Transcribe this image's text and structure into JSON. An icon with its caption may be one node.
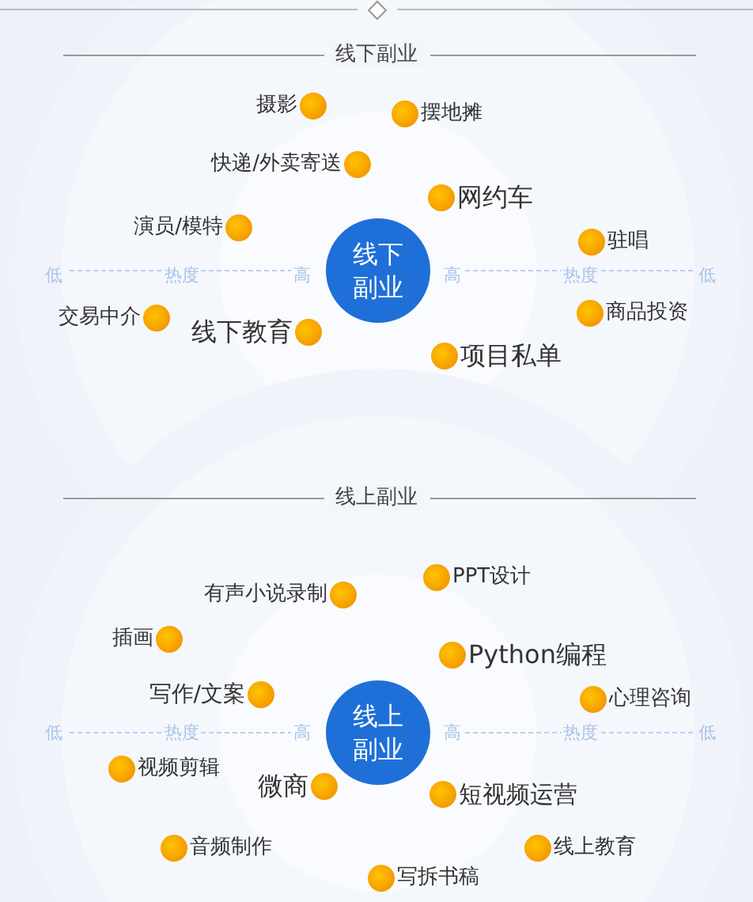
{
  "diagram": {
    "nodes": [
      {
        "text": [
          "线下副业"
        ]
      },
      {
        "text": [
          "线上副业"
        ]
      }
    ],
    "labels": [
      "线下副业",
      "摄影",
      "摆地摊",
      "快递/外卖寄送",
      "网约车",
      "演员/模特",
      "驻唱",
      "低",
      "热度",
      "高",
      "高",
      "热度",
      "低",
      "交易中介",
      "商品投资",
      "线下教育",
      "项目私单",
      "线上副业",
      "PPT设计",
      "有声小说录制",
      "插画",
      "Python编程",
      "写作/文案",
      "心理咨询",
      "低",
      "热度",
      "高",
      "高",
      "热度",
      "低",
      "视频剪辑",
      "微商",
      "短视频运营",
      "音频制作",
      "线上教育",
      "写拆书稿"
    ]
  }
}
